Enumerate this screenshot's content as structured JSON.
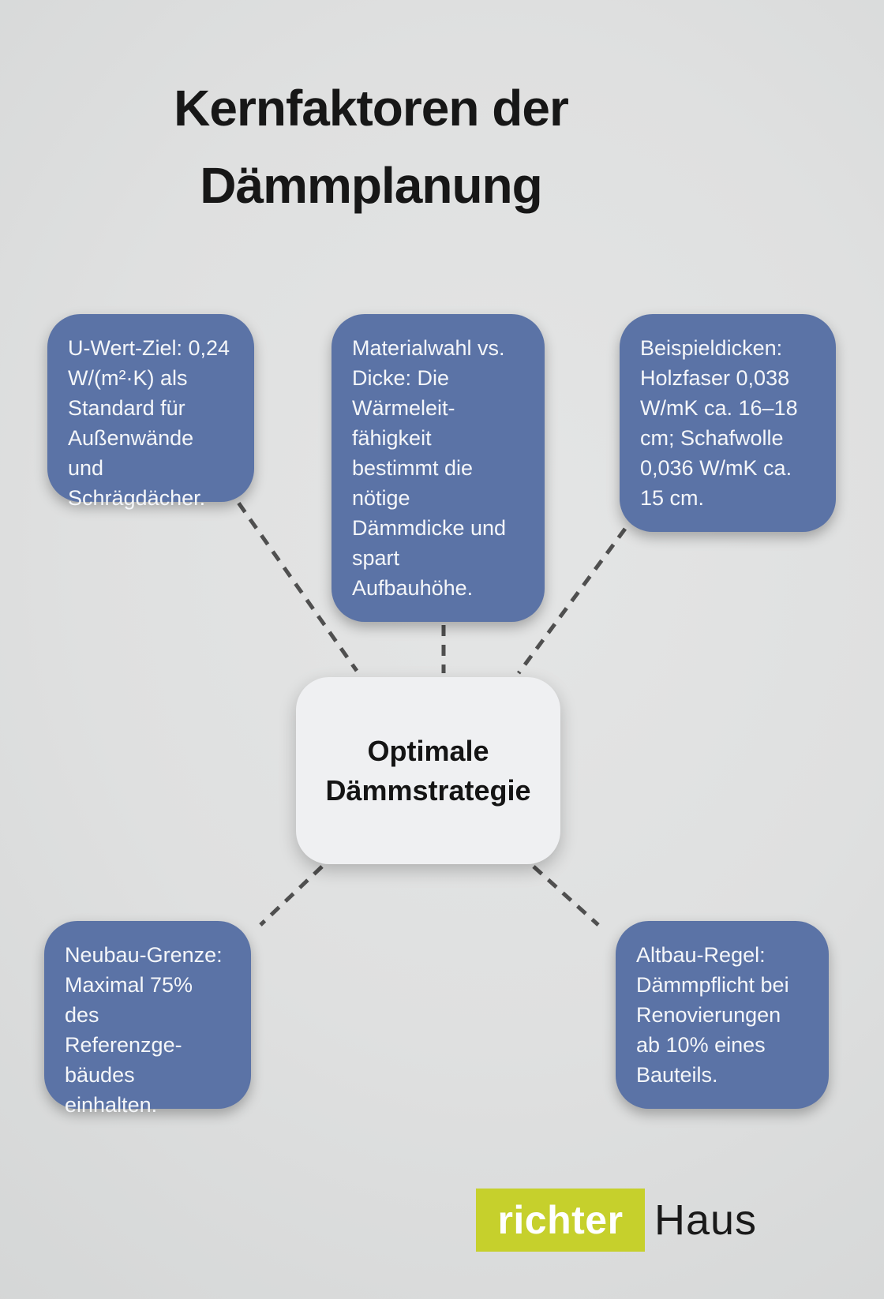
{
  "page": {
    "title": "Kernfaktoren der\nDämmplanung"
  },
  "diagram": {
    "center": {
      "label": "Optimale\nDämmstrategie"
    },
    "factors": [
      {
        "id": "u-wert-ziel",
        "position": "top-left",
        "text": "U-Wert-Ziel: 0,24\nW/(m²·K) als\nStandard für\nAußenwände und\nSchrägdächer."
      },
      {
        "id": "materialwahl",
        "position": "top-middle",
        "text": "Materialwahl vs.\nDicke: Die\nWärmeleit-\nfähigkeit\nbestimmt die\nnötige\nDämmdicke und\nspart\nAufbauhöhe."
      },
      {
        "id": "beispieldicken",
        "position": "top-right",
        "text": "Beispieldicken:\nHolzfaser 0,038\nW/mK ca. 16–18\ncm; Schafwolle\n0,036 W/mK ca.\n15 cm."
      },
      {
        "id": "neubau-grenze",
        "position": "bottom-left",
        "text": "Neubau-Grenze:\nMaximal 75% des\nReferenzge-\nbäudes\neinhalten."
      },
      {
        "id": "altbau-regel",
        "position": "bottom-right",
        "text": "Altbau-Regel:\nDämmpflicht bei\nRenovierungen\nab 10% eines\nBauteils."
      }
    ]
  },
  "footer": {
    "logo": {
      "primary": "richter",
      "secondary": "Haus"
    }
  },
  "colors": {
    "background": "#dfe1e1",
    "node_fill": "#5b73a6",
    "node_text": "#f4f6f9",
    "center_fill": "#eff0f2",
    "title_color": "#171717",
    "connector": "#4f4f4f",
    "logo_green": "#c6d02c"
  }
}
